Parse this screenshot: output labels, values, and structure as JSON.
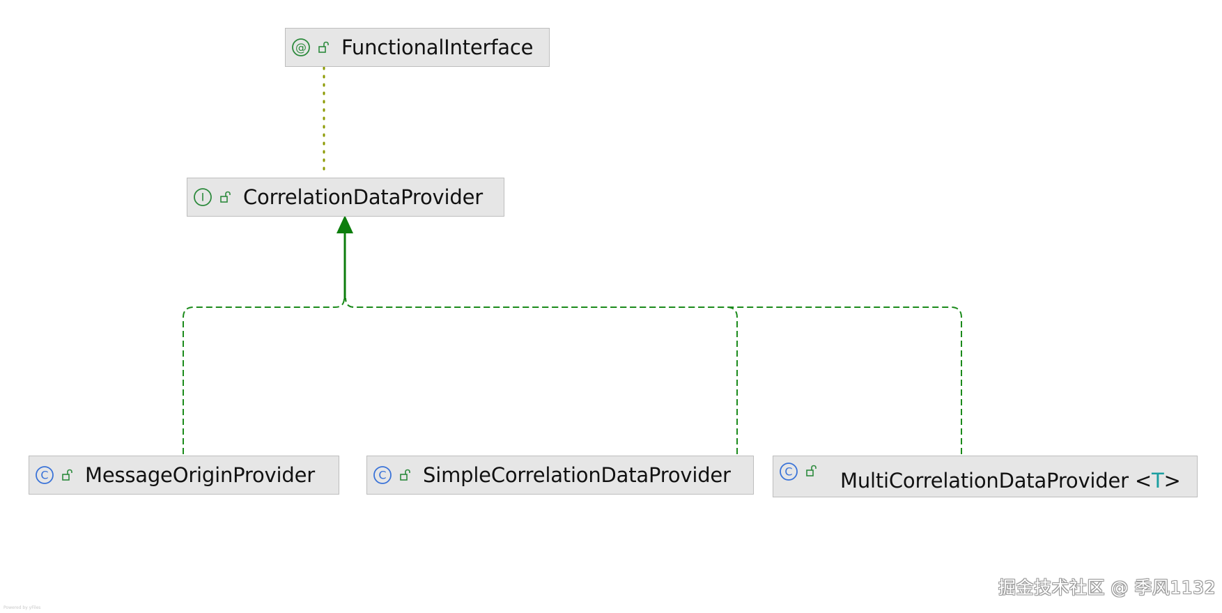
{
  "nodes": {
    "functional_interface": {
      "kind": "annotation",
      "kind_symbol": "@",
      "label": "FunctionalInterface"
    },
    "correlation_data_provider": {
      "kind": "interface",
      "kind_symbol": "I",
      "label": "CorrelationDataProvider"
    },
    "message_origin_provider": {
      "kind": "class",
      "kind_symbol": "C",
      "label": "MessageOriginProvider"
    },
    "simple_correlation_data_provider": {
      "kind": "class",
      "kind_symbol": "C",
      "label": "SimpleCorrelationDataProvider"
    },
    "multi_correlation_data_provider": {
      "kind": "class",
      "kind_symbol": "C",
      "label": "MultiCorrelationDataProvider",
      "type_open": " <",
      "type_param": "T",
      "type_close": ">"
    }
  },
  "edges": [
    {
      "from": "correlation_data_provider",
      "to": "functional_interface",
      "style": "dotted",
      "color": "#8c9a00"
    },
    {
      "from": "message_origin_provider",
      "to": "correlation_data_provider",
      "style": "dashed",
      "relation": "implements",
      "color": "#1a8a1a"
    },
    {
      "from": "simple_correlation_data_provider",
      "to": "correlation_data_provider",
      "style": "dashed",
      "relation": "implements",
      "color": "#1a8a1a"
    },
    {
      "from": "multi_correlation_data_provider",
      "to": "correlation_data_provider",
      "style": "dashed",
      "relation": "implements",
      "color": "#1a8a1a"
    }
  ],
  "colors": {
    "node_fill": "#e6e6e6",
    "node_border": "#bdbdbd",
    "arrow_green": "#0c7d0c",
    "icon_green": "#2c8a3c",
    "icon_blue": "#3a73d8",
    "type_param": "#1a9ea0"
  },
  "watermark": "掘金技术社区 @ 季风1132",
  "footer_note": "Powered by yFiles"
}
